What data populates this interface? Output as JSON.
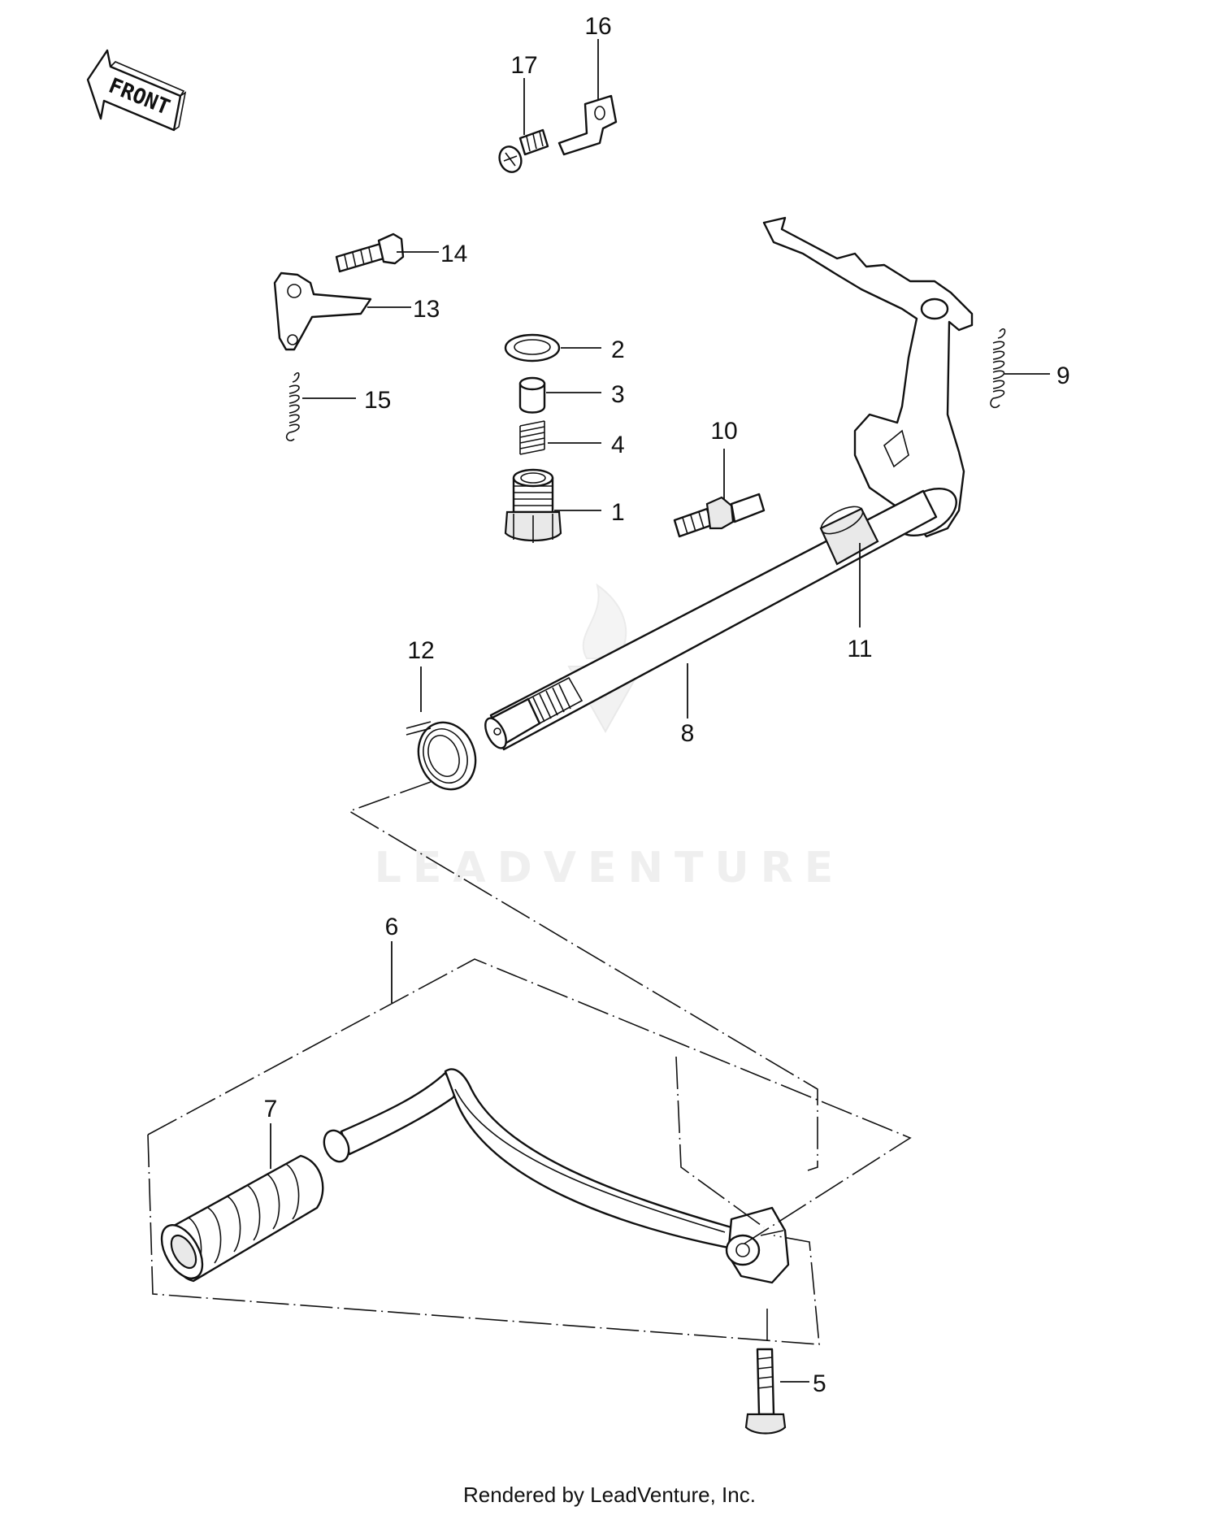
{
  "diagram": {
    "orientation_label": "FRONT",
    "watermark": "LEADVENTURE",
    "footer": "Rendered by LeadVenture, Inc.",
    "callouts": [
      {
        "id": "16",
        "label": "16"
      },
      {
        "id": "17",
        "label": "17"
      },
      {
        "id": "14",
        "label": "14"
      },
      {
        "id": "13",
        "label": "13"
      },
      {
        "id": "2",
        "label": "2"
      },
      {
        "id": "3",
        "label": "3"
      },
      {
        "id": "4",
        "label": "4"
      },
      {
        "id": "1",
        "label": "1"
      },
      {
        "id": "15",
        "label": "15"
      },
      {
        "id": "9",
        "label": "9"
      },
      {
        "id": "10",
        "label": "10"
      },
      {
        "id": "11",
        "label": "11"
      },
      {
        "id": "12",
        "label": "12"
      },
      {
        "id": "8",
        "label": "8"
      },
      {
        "id": "6",
        "label": "6"
      },
      {
        "id": "7",
        "label": "7"
      },
      {
        "id": "5",
        "label": "5"
      }
    ]
  }
}
